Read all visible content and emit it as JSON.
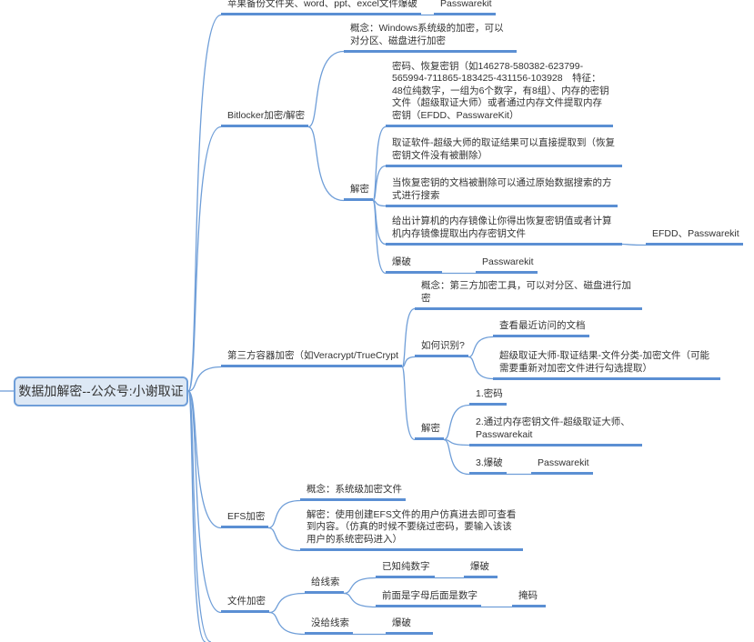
{
  "root": "数据加解密--公众号:小谢取证",
  "nodes": {
    "apple": "苹果备份文件夹、word、ppt、excel文件爆破",
    "apple_tool": "Passwarekit",
    "bitlocker": "Bitlocker加密/解密",
    "bl_concept": "概念：Windows系统级的加密，可以对分区、磁盘进行加密",
    "bl_decrypt": "解密",
    "bl_key": "密码、恢复密钥（如146278-580382-623799-565994-711865-183425-431156-103928　特征：48位纯数字，一组为6个数字，有8组）、内存的密钥文件（超级取证大师）或者通过内存文件提取内存密钥（EFDD、PasswareKit）",
    "bl_forensic": "取证软件-超级大师的取证结果可以直接提取到（恢复密钥文件没有被删除）",
    "bl_deleted": "当恢复密钥的文档被删除可以通过原始数据搜索的方式进行搜索",
    "bl_memory": "给出计算机的内存镜像让你得出恢复密钥值或者计算机内存镜像提取出内存密钥文件",
    "bl_memory_tool": "EFDD、Passwarekit",
    "bl_brute": "爆破",
    "bl_brute_tool": "Passwarekit",
    "third": "第三方容器加密（如Veracrypt/TrueCrypt",
    "tp_concept": "概念：第三方加密工具，可以对分区、磁盘进行加密",
    "tp_identify": "如何识别?",
    "tp_recent": "查看最近访问的文档",
    "tp_master": "超级取证大师-取证结果-文件分类-加密文件（可能需要重新对加密文件进行勾选提取）",
    "tp_decrypt": "解密",
    "tp_pw": "1.密码",
    "tp_memkey": "2.通过内存密钥文件-超级取证大师、Passwarekait",
    "tp_brute": "3.爆破",
    "tp_brute_tool": "Passwarekit",
    "efs": "EFS加密",
    "efs_concept": "概念：系统级加密文件",
    "efs_decrypt": "解密：使用创建EFS文件的用户仿真进去即可查看到内容。（仿真的时候不要绕过密码，要输入该该用户的系统密码进入）",
    "file": "文件加密",
    "file_clue": "给线索",
    "file_digits": "已知纯数字",
    "file_digits_tool": "爆破",
    "file_prefix": "前面是字母后面是数字",
    "file_prefix_tool": "掩码",
    "file_noclue": "没给线索",
    "file_noclue_tool": "爆破"
  },
  "colors": {
    "line": "#6f9ed8",
    "underline": "#5b8fd3",
    "root_fill": "#dde8f5"
  }
}
